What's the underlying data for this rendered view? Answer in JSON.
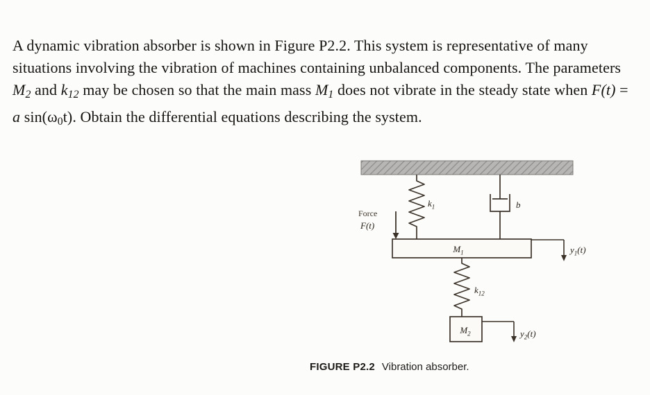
{
  "problem": {
    "s0": "A dynamic vibration absorber is shown in Figure P2.2. This system is representative of many situations involving the vibration of machines containing unbalanced components. The parameters ",
    "s1": "M",
    "s2": "2",
    "s3": " and ",
    "s4": "k",
    "s5": "12",
    "s6": " may be chosen so that the main mass ",
    "s7": "M",
    "s8": "1",
    "s9": " does not vibrate in the steady state when ",
    "s10": "F(t)",
    "s11": " = ",
    "s12": "a",
    "s13": " sin(ω",
    "s14": "0",
    "s15": "t). Obtain the differential equations describing the system."
  },
  "figure": {
    "force_label": "Force",
    "force_symbol": "F(t)",
    "k1": "k",
    "k1_sub": "1",
    "b": "b",
    "M1": "M",
    "M1_sub": "1",
    "y1": "y",
    "y1_sub": "1",
    "y1_paren": "(t)",
    "k12": "k",
    "k12_sub": "12",
    "M2": "M",
    "M2_sub": "2",
    "y2": "y",
    "y2_sub": "2",
    "y2_paren": "(t)",
    "colors": {
      "line": "#3b332a",
      "ceiling_fill": "#b7b6b4",
      "ceiling_hatch": "#8f8e8c"
    }
  },
  "caption": {
    "label": "FIGURE P2.2",
    "text": "Vibration absorber."
  }
}
